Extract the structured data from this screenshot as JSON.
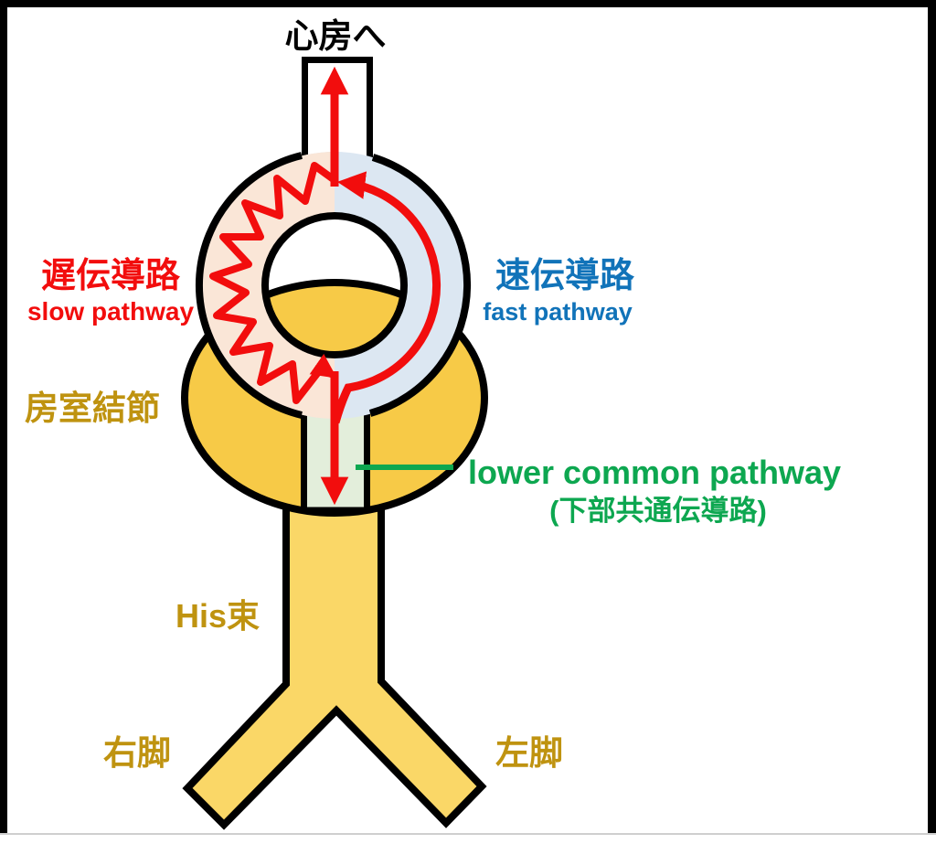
{
  "title": "AVNRT conduction pathway diagram",
  "labels": {
    "to_atrium": "心房へ",
    "slow_jp": "遅伝導路",
    "slow_en": "slow pathway",
    "fast_jp": "速伝導路",
    "fast_en": "fast pathway",
    "av_node": "房室結節",
    "lcp_en": "lower common pathway",
    "lcp_jp": "(下部共通伝導路)",
    "his_bundle": "His束",
    "right_bundle": "右脚",
    "left_bundle": "左脚"
  },
  "colors": {
    "red": "#F20D0D",
    "blue": "#1173B9",
    "gold": "#BF9310",
    "green": "#0DA750",
    "node_yellow": "#F7CA47",
    "branch_yellow": "#FAD767",
    "slow_fill": "#FAE6D7",
    "fast_fill": "#DCE7F2",
    "lcp_fill": "#E3EEDB",
    "tube_fill": "#FFFFFF",
    "outline": "#000000"
  }
}
